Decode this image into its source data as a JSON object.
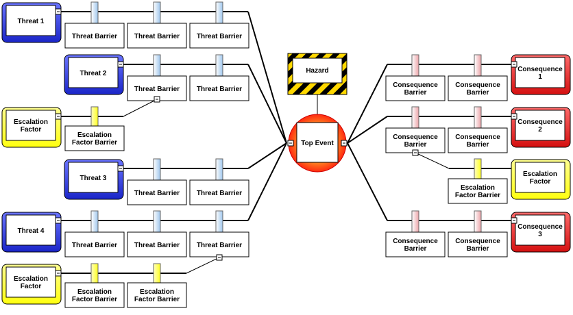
{
  "hazard": {
    "label": "Hazard"
  },
  "top_event": {
    "label": "Top Event"
  },
  "threats": [
    {
      "label": "Threat 1"
    },
    {
      "label": "Threat 2"
    },
    {
      "label": "Threat 3"
    },
    {
      "label": "Threat 4"
    }
  ],
  "threat_barrier_label": "Threat Barrier",
  "escalation_factors_left": [
    {
      "line1": "Escalation",
      "line2": "Factor"
    },
    {
      "line1": "Escalation",
      "line2": "Factor"
    }
  ],
  "escalation_factor_barrier": {
    "line1": "Escalation",
    "line2": "Factor Barrier"
  },
  "consequences": [
    {
      "line1": "Consequence",
      "line2": "1"
    },
    {
      "line1": "Consequence",
      "line2": "2"
    },
    {
      "line1": "Consequence",
      "line2": "3"
    }
  ],
  "consequence_barrier": {
    "line1": "Consequence",
    "line2": "Barrier"
  },
  "escalation_factor_right": {
    "line1": "Escalation",
    "line2": "Factor"
  },
  "toggle_symbol": "−",
  "colors": {
    "threat": "#2a35d8",
    "consequence": "#e01b1b",
    "escalation": "#ffff40",
    "top_event": "#ff3a1a",
    "hazard_stripe": "#ffd800",
    "threat_barrier_bar": "#bcd9f2",
    "consequence_barrier_bar": "#f4c5c8",
    "escalation_barrier_bar": "#ffff66"
  }
}
